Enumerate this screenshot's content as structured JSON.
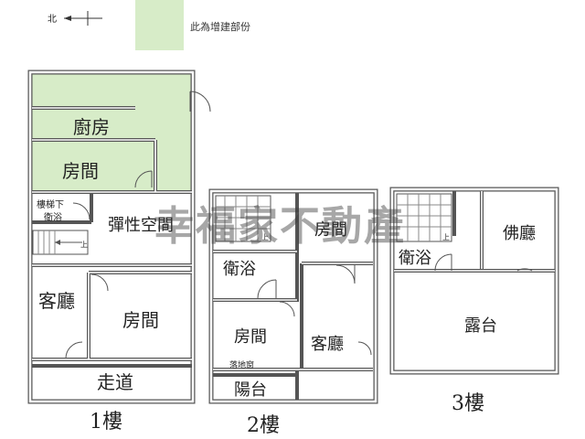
{
  "legend": {
    "north_symbol": "北",
    "addition_text": "此為增建部份",
    "addition_color": "#d7ecc8"
  },
  "floor1": {
    "label": "1樓",
    "rooms": {
      "kitchen": "廚房",
      "bedroom_top": "房間",
      "under_stairs_bath_line1": "樓梯下",
      "under_stairs_bath_line2": "衛浴",
      "flex_room": "彈性空間",
      "living_room": "客廳",
      "bedroom": "房間",
      "corridor": "走道"
    },
    "stair_mark": "上"
  },
  "floor2": {
    "label": "2樓",
    "rooms": {
      "bathroom": "衛浴",
      "bedroom_upper": "房間",
      "bedroom_lower": "房間",
      "living_room": "客廳",
      "french_window": "落地窗",
      "balcony": "陽台"
    },
    "stair_mark": "上"
  },
  "floor3": {
    "label": "3樓",
    "rooms": {
      "bathroom": "衛浴",
      "buddha_hall": "佛廳",
      "terrace": "露台"
    },
    "stair_mark": "上"
  },
  "watermark": "幸福家不動產",
  "colors": {
    "wall": "#555555",
    "wall_fill": "#f5f5f5",
    "addition": "#d7ecc8"
  }
}
